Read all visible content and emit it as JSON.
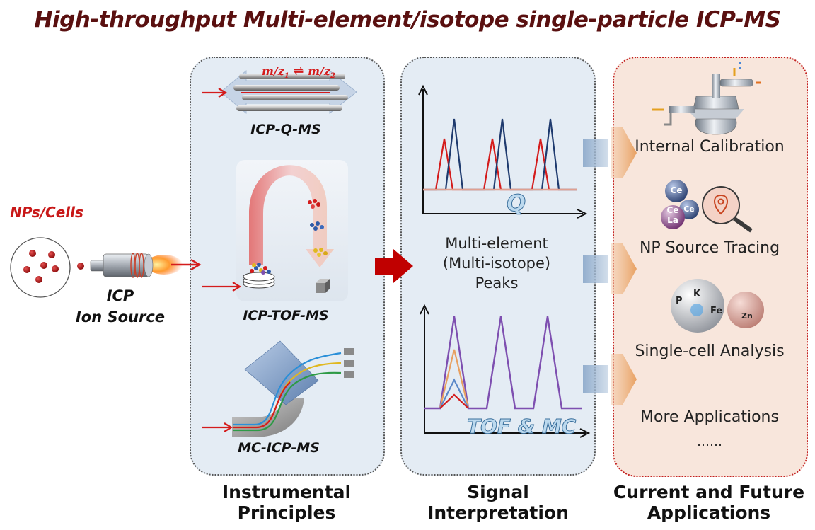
{
  "title": "High-throughput Multi-element/isotope single-particle ICP-MS",
  "source": {
    "sample_label": "NPs/Cells",
    "icp_label_1": "ICP",
    "icp_label_2": "Ion Source"
  },
  "instrumental": {
    "q_ms": {
      "label": "ICP-Q-MS",
      "formula_1": "m/z",
      "sub_1": "1",
      "arrows": "⇌",
      "formula_2": "m/z",
      "sub_2": "2"
    },
    "tof_ms": {
      "label": "ICP-TOF-MS"
    },
    "mc_ms": {
      "label": "MC-ICP-MS"
    },
    "heading_1": "Instrumental",
    "heading_2": "Principles"
  },
  "signal": {
    "q_label": "Q",
    "tof_label": "TOF & MC",
    "desc_1": "Multi-element",
    "desc_2": "(Multi-isotope)",
    "desc_3": "Peaks",
    "heading_1": "Signal",
    "heading_2": "Interpretation"
  },
  "applications": {
    "items": [
      "Internal Calibration",
      "NP Source Tracing",
      "Single-cell Analysis",
      "More Applications"
    ],
    "ellipsis": "……",
    "elements_1": [
      "Ce",
      "Ce",
      "La",
      "Ce"
    ],
    "elements_2": [
      "P",
      "K",
      "Fe",
      "Zn"
    ],
    "heading_1": "Current and Future",
    "heading_2": "Applications"
  },
  "colors": {
    "title": "#5a1010",
    "red": "#d41c1c",
    "navy": "#1e3a6e",
    "purple": "#7e4fb0",
    "orange": "#e8a060",
    "panel_blue": "#e4ecf4",
    "panel_peach": "#f8e6dc"
  }
}
